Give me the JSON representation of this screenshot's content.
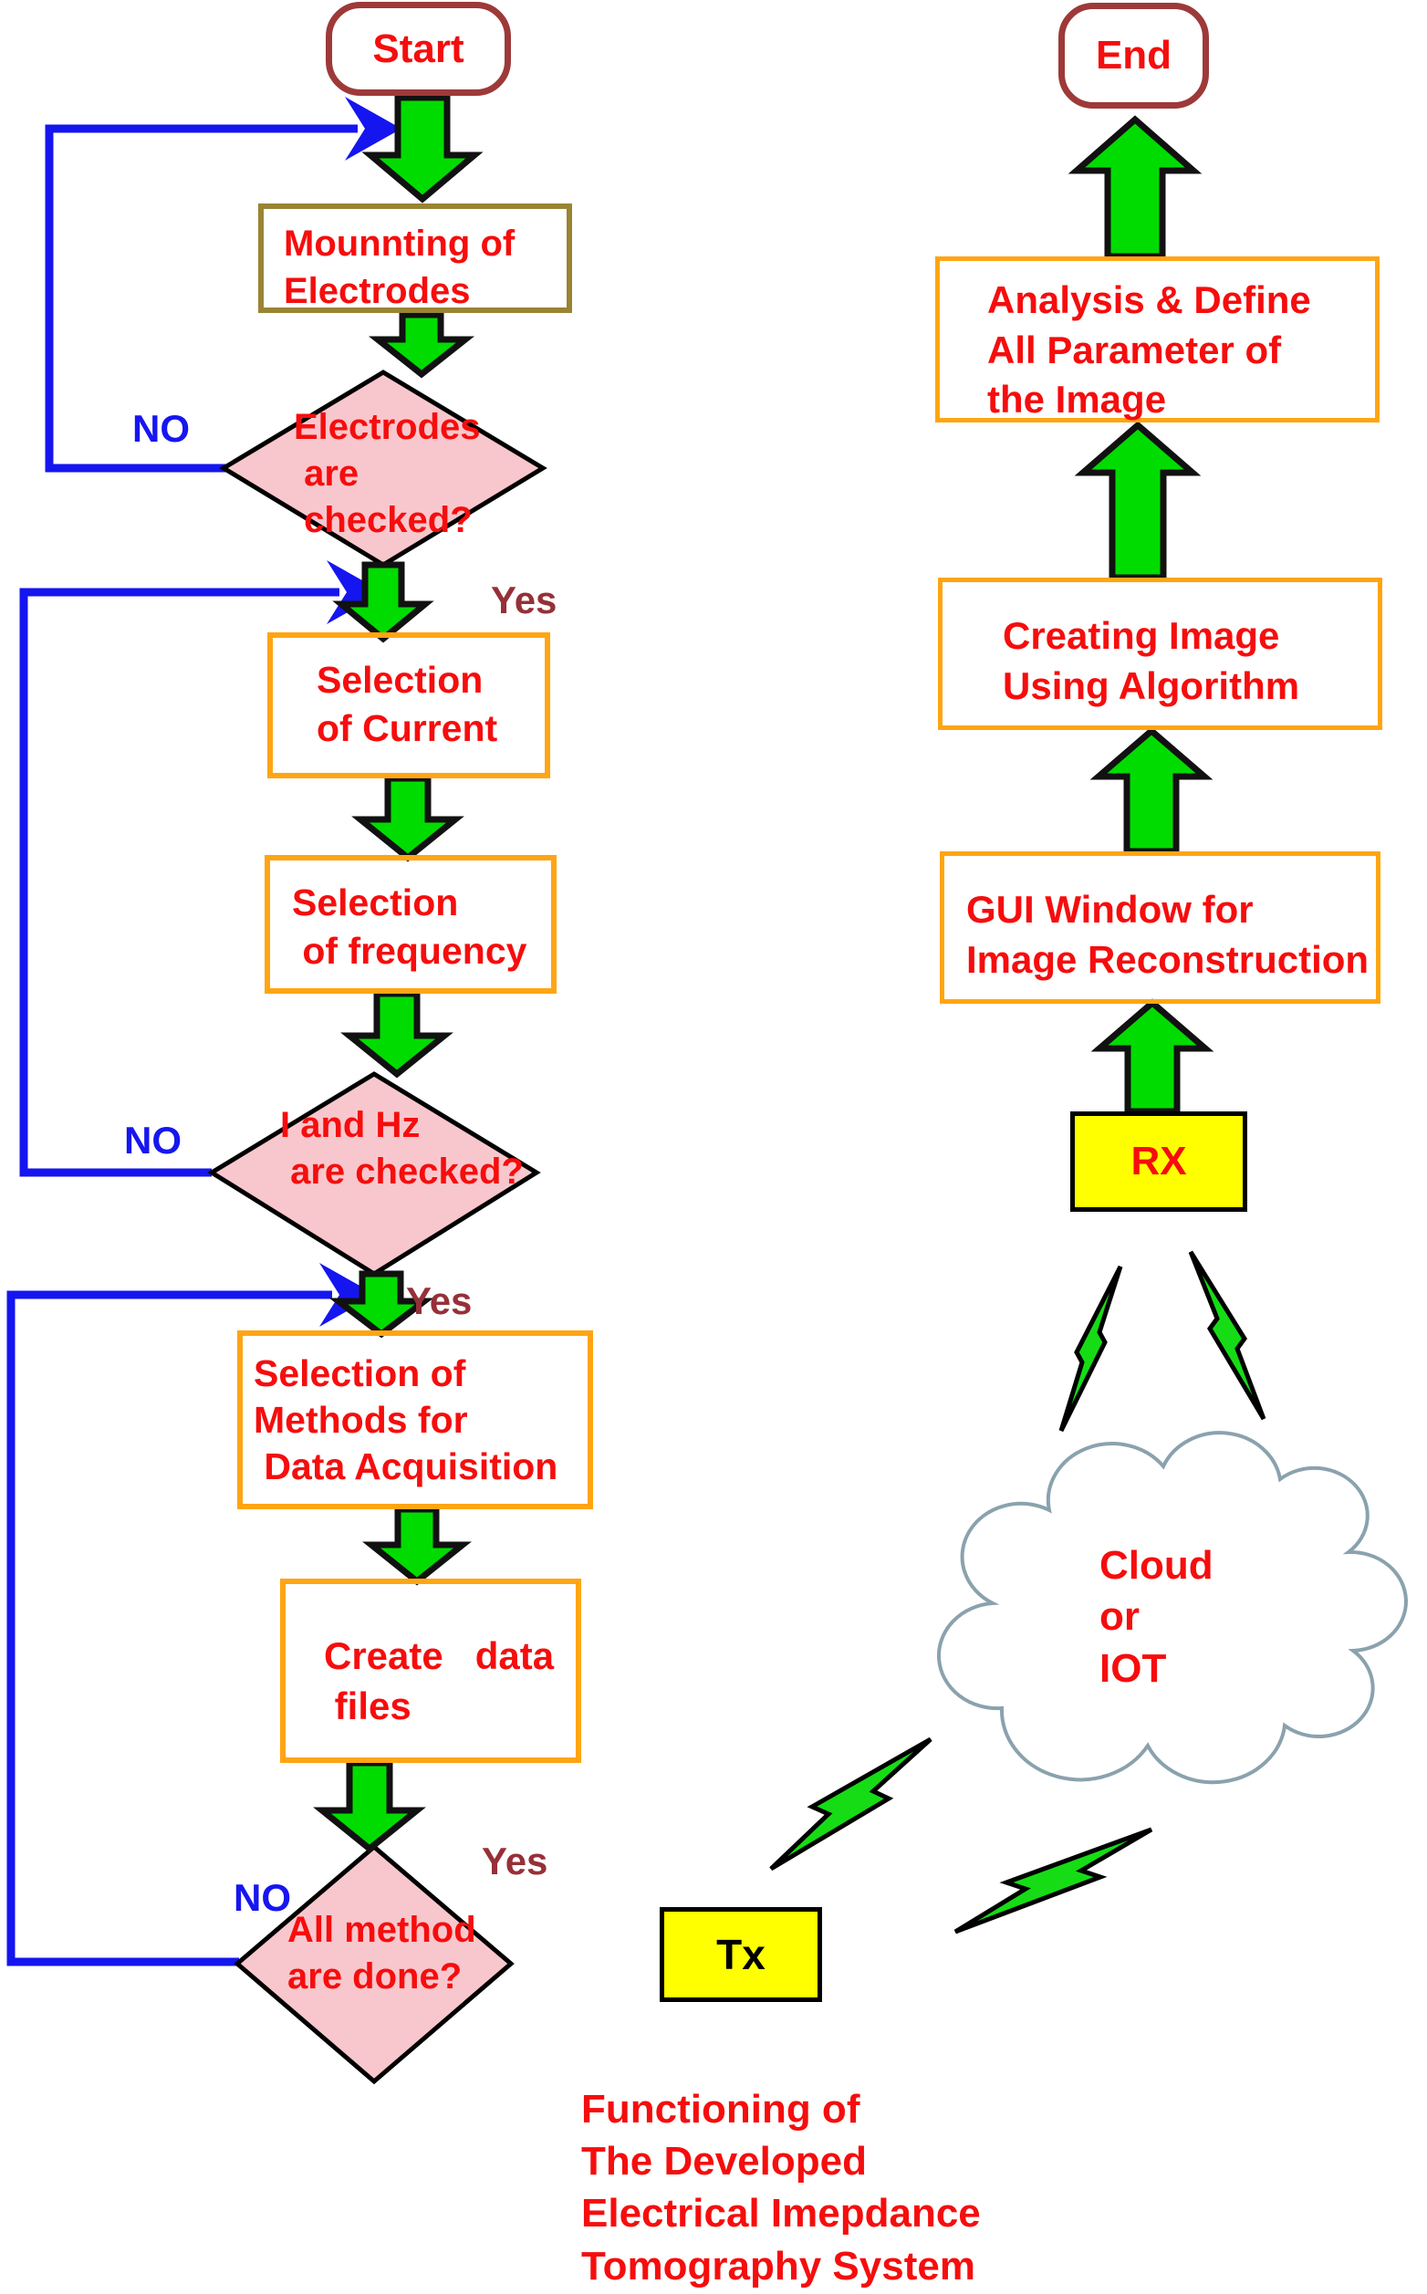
{
  "nodes": {
    "start": "Start",
    "end": "End",
    "mounting": "Mounnting of\nElectrodes",
    "check_electrodes": "Electrodes\n are\n checked?",
    "selection_current": "Selection\nof Current",
    "selection_frequency": "Selection\n of frequency",
    "check_i_hz": "I and Hz\n are checked?",
    "selection_methods": "Selection of\nMethods for\n Data Acquisition",
    "create_data_files": "Create   data\n files",
    "check_all_methods": "All method\nare done?",
    "tx": "Tx",
    "rx": "RX",
    "gui_window": "GUI Window for\nImage Reconstruction",
    "creating_image": "Creating Image\nUsing Algorithm",
    "analysis": "Analysis & Define\nAll Parameter of\nthe Image",
    "cloud": "Cloud\nor\nIOT"
  },
  "edge_labels": {
    "no_1": "NO",
    "no_2": "NO",
    "no_3": "NO",
    "yes_1": "Yes",
    "yes_2": "Yes",
    "yes_3": "Yes"
  },
  "caption": "Functioning of\nThe Developed\nElectrical Imepdance\nTomography System",
  "colors": {
    "text_red": "#f60d0d",
    "terminal_border": "#9e3939",
    "process_border_orange": "#ffa513",
    "mounting_border_olive": "#998433",
    "decision_fill_pink": "#f8c7cd",
    "flow_green": "#00dc00",
    "loop_blue": "#1515ef",
    "chip_yellow": "#ffff00",
    "cloud_stroke": "#8aa2ae",
    "outline_black": "#000000"
  }
}
